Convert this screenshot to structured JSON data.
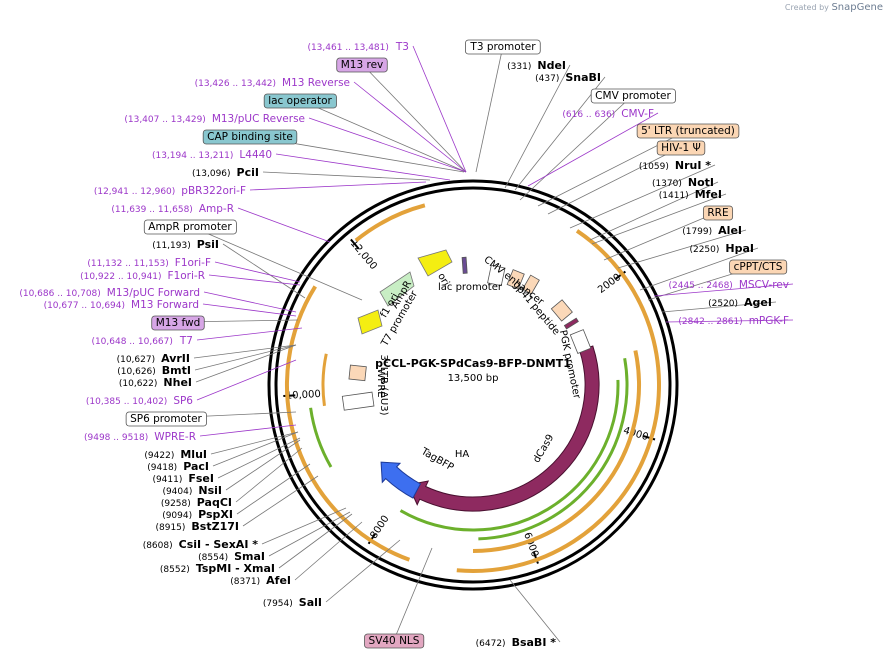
{
  "plasmid": {
    "name": "pCCL-PGK-SPdCas9-BFP-DNMT1",
    "size_label": "13,500 bp",
    "length": 13500
  },
  "credit": {
    "prefix": "Created by",
    "brand": "SnapGene"
  },
  "colors": {
    "enzyme": "#000000",
    "primer": "#9c37c9",
    "tick_marks": "#000000",
    "feature_orange": "#e3a23a",
    "feature_green": "#6cb02c",
    "dcas9": "#8e2a60",
    "tagbfp": "#3d6ff0",
    "promoter_green": "#c8eec4",
    "yellow": "#f4ee12",
    "peach": "#fbd8b8",
    "white_feature": "#ffffff",
    "pill_purple": "#d7a6e6",
    "pill_teal": "#89c7cf",
    "pill_peach": "#fbd6b4",
    "pill_pink": "#e2a7c1"
  },
  "scale_ticks": [
    "2000",
    "4000",
    "6000",
    "8000",
    "10,000",
    "12,000"
  ],
  "labels": [
    {
      "id": "t3",
      "text": "T3",
      "pos": "(13,461 .. 13,481)",
      "kind": "primer"
    },
    {
      "id": "m13rev",
      "text": "M13 rev",
      "kind": "pill-purple"
    },
    {
      "id": "m13reverse",
      "text": "M13 Reverse",
      "pos": "(13,426 .. 13,442)",
      "kind": "primer"
    },
    {
      "id": "lacop",
      "text": "lac operator",
      "kind": "pill-teal"
    },
    {
      "id": "m13puc_rev",
      "text": "M13/pUC Reverse",
      "pos": "(13,407 .. 13,429)",
      "kind": "primer"
    },
    {
      "id": "cap",
      "text": "CAP binding site",
      "kind": "pill-teal"
    },
    {
      "id": "l4440",
      "text": "L4440",
      "pos": "(13,194 .. 13,211)",
      "kind": "primer"
    },
    {
      "id": "pcii",
      "text": "PciI",
      "pos": "(13,096)",
      "kind": "enzyme"
    },
    {
      "id": "pbr322",
      "text": "pBR322ori-F",
      "pos": "(12,941 .. 12,960)",
      "kind": "primer"
    },
    {
      "id": "ampr_p",
      "text": "Amp-R",
      "pos": "(11,639 .. 11,658)",
      "kind": "primer"
    },
    {
      "id": "amprprom",
      "text": "AmpR promoter",
      "kind": "pill-white"
    },
    {
      "id": "psii",
      "text": "PsiI",
      "pos": "(11,193)",
      "kind": "enzyme"
    },
    {
      "id": "f1orif",
      "text": "F1ori-F",
      "pos": "(11,132 .. 11,153)",
      "kind": "primer"
    },
    {
      "id": "f1orir",
      "text": "F1ori-R",
      "pos": "(10,922 .. 10,941)",
      "kind": "primer"
    },
    {
      "id": "m13pucfwd",
      "text": "M13/pUC Forward",
      "pos": "(10,686 .. 10,708)",
      "kind": "primer"
    },
    {
      "id": "m13forward",
      "text": "M13 Forward",
      "pos": "(10,677 .. 10,694)",
      "kind": "primer"
    },
    {
      "id": "m13fwd",
      "text": "M13 fwd",
      "kind": "pill-purple"
    },
    {
      "id": "t7",
      "text": "T7",
      "pos": "(10,648 .. 10,667)",
      "kind": "primer"
    },
    {
      "id": "avrii",
      "text": "AvrII",
      "pos": "(10,627)",
      "kind": "enzyme"
    },
    {
      "id": "bmti",
      "text": "BmtI",
      "pos": "(10,626)",
      "kind": "enzyme"
    },
    {
      "id": "nhei",
      "text": "NheI",
      "pos": "(10,622)",
      "kind": "enzyme"
    },
    {
      "id": "sp6",
      "text": "SP6",
      "pos": "(10,385 .. 10,402)",
      "kind": "primer"
    },
    {
      "id": "sp6prom",
      "text": "SP6 promoter",
      "kind": "pill-white"
    },
    {
      "id": "wprer",
      "text": "WPRE-R",
      "pos": "(9498 .. 9518)",
      "kind": "primer"
    },
    {
      "id": "mlui",
      "text": "MluI",
      "pos": "(9422)",
      "kind": "enzyme"
    },
    {
      "id": "paci",
      "text": "PacI",
      "pos": "(9418)",
      "kind": "enzyme"
    },
    {
      "id": "fsei",
      "text": "FseI",
      "pos": "(9411)",
      "kind": "enzyme"
    },
    {
      "id": "nsii",
      "text": "NsiI",
      "pos": "(9404)",
      "kind": "enzyme"
    },
    {
      "id": "paqci",
      "text": "PaqCI",
      "pos": "(9258)",
      "kind": "enzyme"
    },
    {
      "id": "pspxi",
      "text": "PspXI",
      "pos": "(9094)",
      "kind": "enzyme"
    },
    {
      "id": "bstz17i",
      "text": "BstZ17I",
      "pos": "(8915)",
      "kind": "enzyme"
    },
    {
      "id": "csii",
      "text": "CsiI  - SexAI *",
      "pos": "(8608)",
      "kind": "enzyme"
    },
    {
      "id": "smai",
      "text": "SmaI",
      "pos": "(8554)",
      "kind": "enzyme"
    },
    {
      "id": "tspmi",
      "text": "TspMI  - XmaI",
      "pos": "(8552)",
      "kind": "enzyme"
    },
    {
      "id": "afei",
      "text": "AfeI",
      "pos": "(8371)",
      "kind": "enzyme"
    },
    {
      "id": "sali",
      "text": "SalI",
      "pos": "(7954)",
      "kind": "enzyme"
    },
    {
      "id": "sv40",
      "text": "SV40 NLS",
      "kind": "pill-pink"
    },
    {
      "id": "t3prom",
      "text": "T3 promoter",
      "kind": "pill-white"
    },
    {
      "id": "ndei",
      "text": "NdeI",
      "pos": "(331)",
      "kind": "enzyme"
    },
    {
      "id": "snabi",
      "text": "SnaBI",
      "pos": "(437)",
      "kind": "enzyme"
    },
    {
      "id": "cmvprom",
      "text": "CMV promoter",
      "kind": "pill-white"
    },
    {
      "id": "cmvf",
      "text": "CMV-F",
      "pos": "(616 .. 636)",
      "kind": "primer"
    },
    {
      "id": "ltr5",
      "text": "5' LTR (truncated)",
      "kind": "pill-peach"
    },
    {
      "id": "hiv",
      "text": "HIV-1 Ψ",
      "kind": "pill-peach"
    },
    {
      "id": "nrui",
      "text": "NruI *",
      "pos": "(1059)",
      "kind": "enzyme"
    },
    {
      "id": "noti",
      "text": "NotI",
      "pos": "(1370)",
      "kind": "enzyme"
    },
    {
      "id": "mfei",
      "text": "MfeI",
      "pos": "(1411)",
      "kind": "enzyme"
    },
    {
      "id": "rre",
      "text": "RRE",
      "kind": "pill-peach"
    },
    {
      "id": "alei",
      "text": "AleI",
      "pos": "(1799)",
      "kind": "enzyme"
    },
    {
      "id": "hpai",
      "text": "HpaI",
      "pos": "(2250)",
      "kind": "enzyme"
    },
    {
      "id": "cppt",
      "text": "cPPT/CTS",
      "kind": "pill-peach"
    },
    {
      "id": "mscvrev",
      "text": "MSCV-rev",
      "pos": "(2445 .. 2468)",
      "kind": "primer"
    },
    {
      "id": "agei",
      "text": "AgeI",
      "pos": "(2520)",
      "kind": "enzyme"
    },
    {
      "id": "mpgkf",
      "text": "mPGK-F",
      "pos": "(2842 .. 2861)",
      "kind": "primer"
    },
    {
      "id": "bsabi",
      "text": "BsaBI *",
      "pos": "(6472)",
      "kind": "enzyme"
    }
  ],
  "inner_labels": [
    {
      "id": "f1ori",
      "text": "f1 ori"
    },
    {
      "id": "ampr",
      "text": "AmpR"
    },
    {
      "id": "t7prom",
      "text": "T7 promoter"
    },
    {
      "id": "ori",
      "text": "ori"
    },
    {
      "id": "lacprom",
      "text": "lac promoter"
    },
    {
      "id": "cmvenh",
      "text": "CMV enhancer"
    },
    {
      "id": "gp41",
      "text": "gp41 peptide"
    },
    {
      "id": "pgkprom",
      "text": "PGK promoter"
    },
    {
      "id": "dcas9",
      "text": "dCas9"
    },
    {
      "id": "ha",
      "text": "HA"
    },
    {
      "id": "tagbfp",
      "text": "TagBFP"
    },
    {
      "id": "ltr3",
      "text": "3' LTR (ΔU3)"
    },
    {
      "id": "wpre",
      "text": "WPRE"
    }
  ]
}
